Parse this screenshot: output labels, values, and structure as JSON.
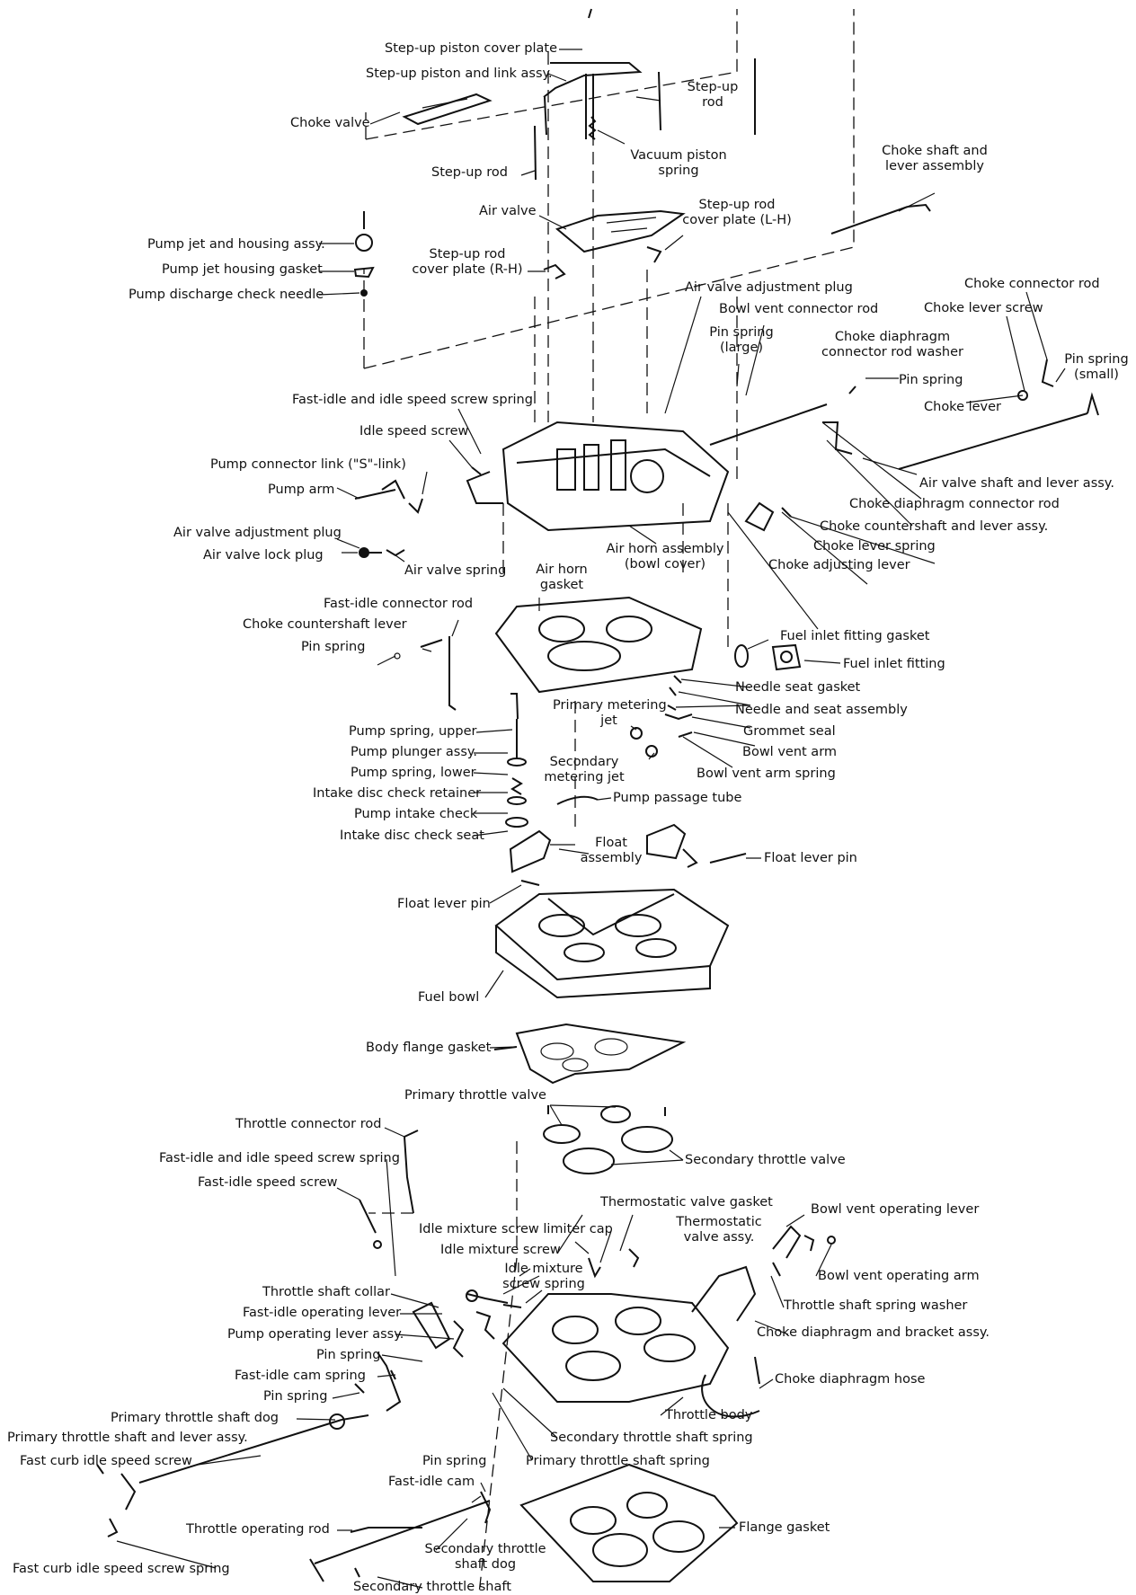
{
  "diagram": {
    "labels": {
      "step_up_piston_cover_plate": "Step-up piston cover plate",
      "step_up_piston_link_assy": "Step-up piston and link assy.",
      "choke_valve": "Choke valve",
      "step_up_rod_top_line1": "Step-up",
      "step_up_rod_top_line2": "rod",
      "step_up_rod_left": "Step-up rod",
      "vacuum_piston_spring_line1": "Vacuum piston",
      "vacuum_piston_spring_line2": "spring",
      "choke_shaft_lever_assy_line1": "Choke shaft and",
      "choke_shaft_lever_assy_line2": "lever assembly",
      "air_valve": "Air valve",
      "step_up_rod_cover_lh_line1": "Step-up rod",
      "step_up_rod_cover_lh_line2": "cover plate (L-H)",
      "pump_jet_housing_assy": "Pump jet and housing assy.",
      "pump_jet_housing_gasket": "Pump jet housing gasket",
      "pump_discharge_check_needle": "Pump discharge check needle",
      "step_up_rod_cover_rh_line1": "Step-up rod",
      "step_up_rod_cover_rh_line2": "cover plate (R-H)",
      "air_valve_adjustment_plug_top": "Air valve adjustment plug",
      "bowl_vent_connector_rod": "Bowl vent connector rod",
      "choke_connector_rod": "Choke connector rod",
      "choke_lever_screw": "Choke lever screw",
      "pin_spring_large_line1": "Pin spring",
      "pin_spring_large_line2": "(large)",
      "choke_diaphragm_washer_line1": "Choke diaphragm",
      "choke_diaphragm_washer_line2": "connector rod washer",
      "pin_spring_small_line1": "Pin spring",
      "pin_spring_small_line2": "(small)",
      "pin_spring_choke": "Pin spring",
      "choke_lever": "Choke lever",
      "fast_idle_screw_spring_top": "Fast-idle and idle speed screw spring",
      "idle_speed_screw": "Idle speed screw",
      "pump_connector_link": "Pump connector link (\"S\"-link)",
      "pump_arm": "Pump arm",
      "air_valve_shaft_lever_assy": "Air valve shaft and lever assy.",
      "choke_diaphragm_connector_rod": "Choke diaphragm connector rod",
      "choke_countershaft_lever_assy": "Choke countershaft and lever assy.",
      "air_valve_adjustment_plug_left": "Air valve adjustment plug",
      "air_valve_lock_plug": "Air valve lock plug",
      "air_valve_spring": "Air valve spring",
      "air_horn_assembly_line1": "Air horn assembly",
      "air_horn_assembly_line2": "(bowl cover)",
      "choke_lever_spring": "Choke lever spring",
      "choke_adjusting_lever": "Choke adjusting lever",
      "air_horn_gasket_line1": "Air horn",
      "air_horn_gasket_line2": "gasket",
      "fast_idle_connector_rod": "Fast-idle connector rod",
      "choke_countershaft_lever": "Choke countershaft lever",
      "pin_spring_mid": "Pin spring",
      "fuel_inlet_fitting_gasket": "Fuel inlet fitting gasket",
      "fuel_inlet_fitting": "Fuel inlet fitting",
      "needle_seat_gasket": "Needle seat gasket",
      "needle_seat_assembly": "Needle and seat assembly",
      "primary_metering_jet_line1": "Primary metering",
      "primary_metering_jet_line2": "jet",
      "grommet_seal": "Grommet seal",
      "bowl_vent_arm": "Bowl vent arm",
      "bowl_vent_arm_spring": "Bowl vent arm spring",
      "pump_spring_upper": "Pump spring, upper",
      "pump_plunger_assy": "Pump plunger assy.",
      "secondary_metering_jet_line1": "Secondary",
      "secondary_metering_jet_line2": "metering jet",
      "pump_spring_lower": "Pump spring, lower",
      "intake_disc_check_retainer": "Intake disc check retainer",
      "pump_passage_tube": "Pump passage tube",
      "pump_intake_check": "Pump intake check",
      "intake_disc_check_seat": "Intake disc check seat",
      "float_assembly_line1": "Float",
      "float_assembly_line2": "assembly",
      "float_lever_pin_right": "Float lever pin",
      "float_lever_pin_left": "Float lever pin",
      "fuel_bowl": "Fuel bowl",
      "body_flange_gasket": "Body flange gasket",
      "primary_throttle_valve": "Primary throttle valve",
      "secondary_throttle_valve": "Secondary throttle valve",
      "throttle_connector_rod": "Throttle connector rod",
      "fast_idle_screw_spring_bottom": "Fast-idle and idle speed screw spring",
      "fast_idle_speed_screw": "Fast-idle speed screw",
      "thermostatic_valve_gasket": "Thermostatic valve gasket",
      "bowl_vent_operating_lever": "Bowl vent operating lever",
      "idle_mixture_limiter_cap": "Idle mixture screw limiter cap",
      "thermostatic_valve_assy_line1": "Thermostatic",
      "thermostatic_valve_assy_line2": "valve assy.",
      "idle_mixture_screw": "Idle mixture screw",
      "idle_mixture_screw_spring_line1": "Idle mixture",
      "idle_mixture_screw_spring_line2": "screw spring",
      "bowl_vent_operating_arm": "Bowl vent operating arm",
      "throttle_shaft_collar": "Throttle shaft collar",
      "fast_idle_operating_lever": "Fast-idle operating lever",
      "throttle_shaft_spring_washer": "Throttle shaft spring washer",
      "pump_operating_lever_assy": "Pump operating lever assy.",
      "choke_diaphragm_bracket_assy": "Choke diaphragm and bracket assy.",
      "pin_spring_lower_1": "Pin spring",
      "fast_idle_cam_spring": "Fast-idle cam spring",
      "choke_diaphragm_hose": "Choke diaphragm hose",
      "pin_spring_lower_2": "Pin spring",
      "primary_throttle_shaft_dog": "Primary throttle shaft dog",
      "throttle_body": "Throttle body",
      "primary_throttle_shaft_lever_assy": "Primary throttle shaft and lever assy.",
      "secondary_throttle_shaft_spring": "Secondary throttle shaft spring",
      "fast_curb_idle_speed_screw": "Fast curb idle speed screw",
      "pin_spring_lower_3": "Pin spring",
      "primary_throttle_shaft_spring": "Primary throttle shaft spring",
      "fast_idle_cam": "Fast-idle cam",
      "throttle_operating_rod": "Throttle operating rod",
      "flange_gasket": "Flange gasket",
      "secondary_throttle_shaft_dog_line1": "Secondary throttle",
      "secondary_throttle_shaft_dog_line2": "shaft dog",
      "fast_curb_idle_screw_spring": "Fast curb idle speed screw spring",
      "secondary_throttle_shaft": "Secondary throttle shaft"
    }
  }
}
